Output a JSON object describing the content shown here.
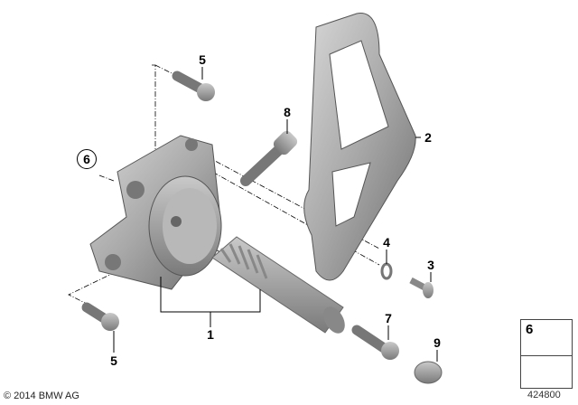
{
  "callouts": {
    "c1": "1",
    "c2": "2",
    "c3": "3",
    "c4": "4",
    "c5a": "5",
    "c5b": "5",
    "c6": "6",
    "c7": "7",
    "c8": "8",
    "c9": "9"
  },
  "legend": {
    "part_number": "6",
    "icon": "hex-nut-icon",
    "arrow_icon": "direction-arrow-icon"
  },
  "footer": {
    "copyright": "© 2014 BMW AG",
    "drawing_number": "424800"
  }
}
